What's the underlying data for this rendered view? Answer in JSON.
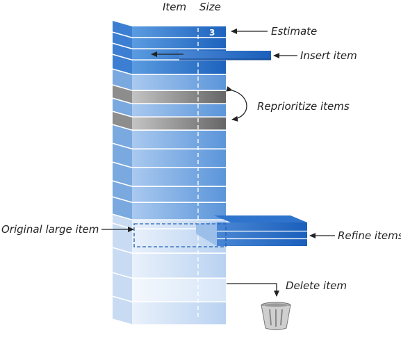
{
  "header": {
    "item_label": "Item",
    "size_label": "Size"
  },
  "estimate": {
    "size_value": "3",
    "label": "Estimate"
  },
  "annotations": {
    "insert": "Insert item",
    "reprioritize": "Reprioritize items",
    "original": "Original large item",
    "refine": "Refine items",
    "delete": "Delete item"
  },
  "colors": {
    "top_blue": "#1f6fc9",
    "mid_blue": "#7eaee6",
    "pale_blue": "#dce8f8",
    "gray": "#8a8a8a",
    "arrow": "#222222"
  },
  "icons": {
    "trash": "trash-can-icon"
  }
}
